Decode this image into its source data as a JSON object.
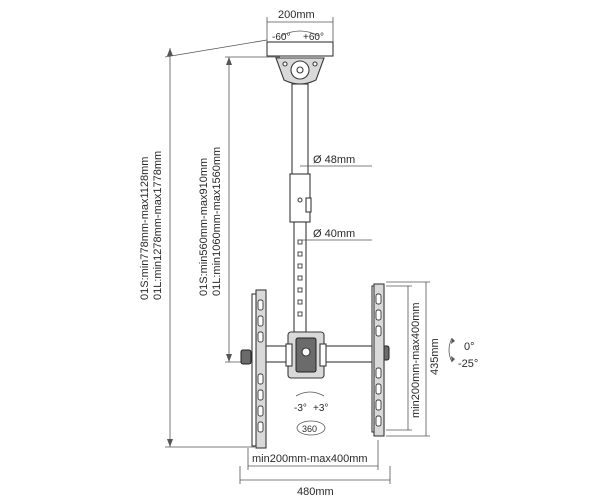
{
  "labels": {
    "top_width": "200mm",
    "swivel_left": "-60°",
    "swivel_right": "+60°",
    "pole_upper_diameter": "Ø 48mm",
    "pole_lower_diameter": "Ø 40mm",
    "height_total_s": "01S:min778mm-max1128mm",
    "height_total_l": "01L:min1278mm-max1778mm",
    "height_pole_s": "01S:min560mm-max910mm",
    "height_pole_l": "01L:min1060mm-max1560mm",
    "vesa_vertical": "min200mm-max400mm",
    "arm_height": "435mm",
    "tilt_up": "0°",
    "tilt_down": "-25°",
    "roll_left": "-3°",
    "roll_right": "+3°",
    "rotation": "360",
    "vesa_horizontal": "min200mm-max400mm",
    "overall_width": "480mm"
  },
  "colors": {
    "line": "#3a3a3a",
    "dimension": "#555555",
    "fill_light": "#d9d9d9",
    "fill_dark": "#6b6b6b"
  }
}
